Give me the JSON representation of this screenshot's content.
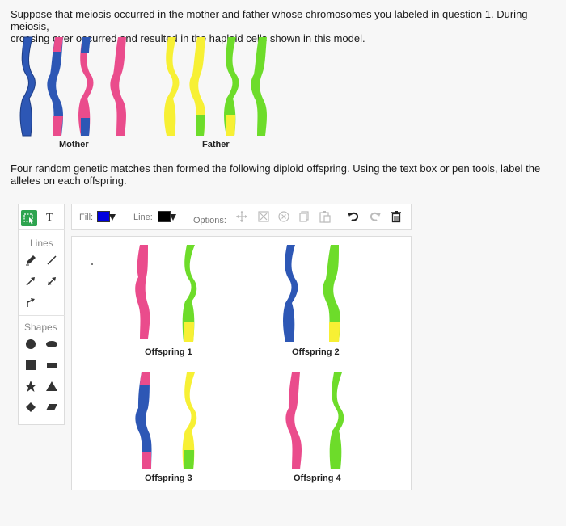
{
  "question": {
    "line1": "Suppose that meiosis occurred in the mother and father whose chromosomes you labeled in question 1. During meiosis,",
    "line2": "crossing over occurred and resulted in the haploid cells shown in this model.",
    "line3": "Four random genetic matches then formed the following diploid offspring. Using the text box or pen tools, label the",
    "line4": "alleles on each offspring."
  },
  "parents": {
    "mother_label": "Mother",
    "father_label": "Father"
  },
  "toolbar": {
    "text_tool_glyph": "T",
    "fill_label": "Fill:",
    "line_label": "Line:",
    "options_label": "Options:",
    "fill_color": "#0000dd",
    "line_color": "#000000"
  },
  "sidebar": {
    "lines_title": "Lines",
    "shapes_title": "Shapes"
  },
  "offspring": {
    "o1": "Offspring 1",
    "o2": "Offspring 2",
    "o3": "Offspring 3",
    "o4": "Offspring 4"
  },
  "colors": {
    "blue": "#2d57b5",
    "pink": "#ea4c8c",
    "yellow": "#f7f034",
    "green": "#6ddc2a"
  }
}
